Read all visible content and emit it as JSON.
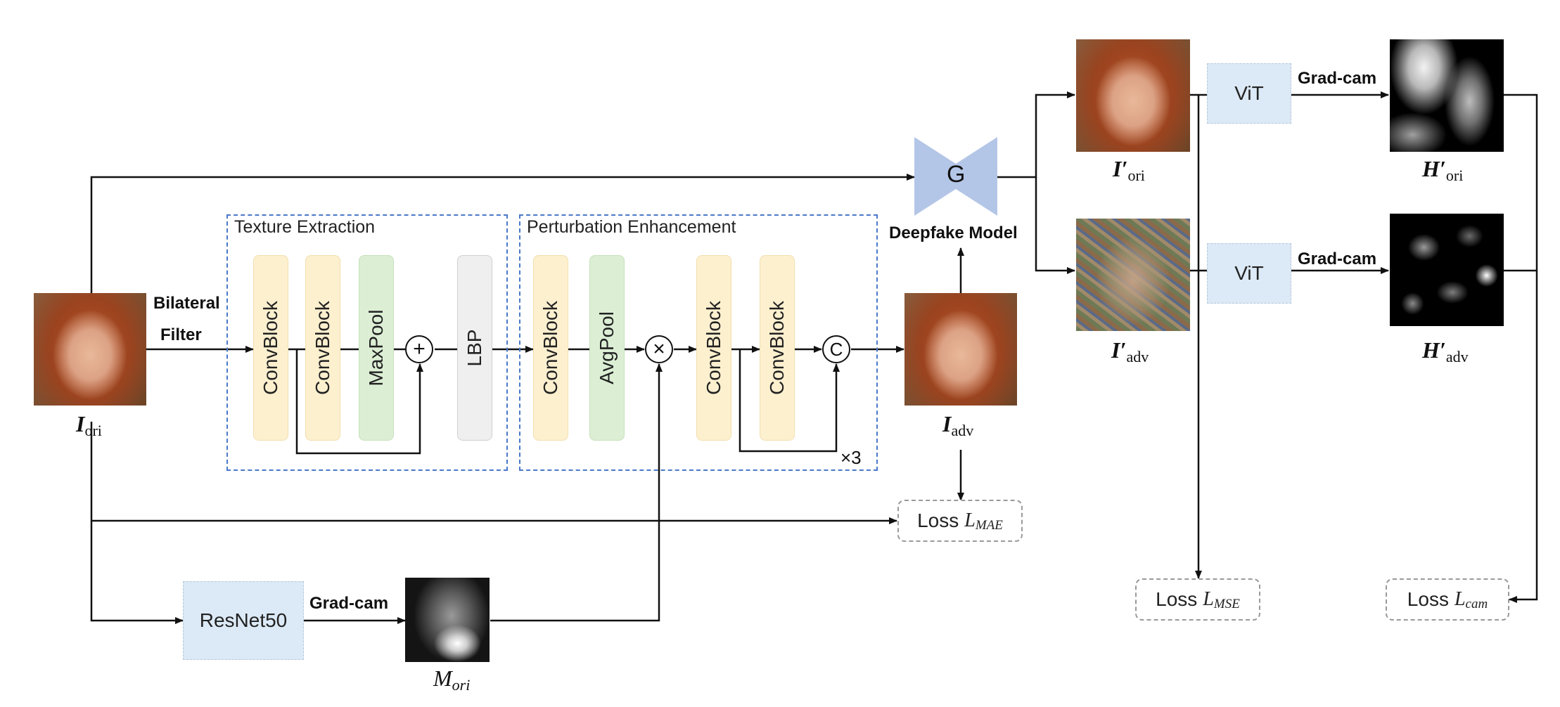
{
  "frames": {
    "texture": {
      "title": "Texture Extraction"
    },
    "perturbation": {
      "title": "Perturbation Enhancement",
      "repeat": "×3"
    }
  },
  "texture_blocks": [
    "ConvBlock",
    "ConvBlock",
    "MaxPool",
    "LBP"
  ],
  "perturbation_blocks": [
    "ConvBlock",
    "AvgPool",
    "ConvBlock",
    "ConvBlock"
  ],
  "operators": {
    "add": "+",
    "multiply": "×",
    "concat": "C"
  },
  "labels": {
    "bilateral": "Bilateral",
    "filter": "Filter",
    "deepfake_model": "Deepfake Model",
    "generator": "G",
    "grad_cam_1": "Grad-cam",
    "grad_cam_2": "Grad-cam",
    "grad_cam_3": "Grad-cam"
  },
  "networks": {
    "resnet": "ResNet50",
    "vit_1": "ViT",
    "vit_2": "ViT"
  },
  "losses": {
    "mae": {
      "word": "Loss",
      "sym": "L",
      "sub": "MAE"
    },
    "mse": {
      "word": "Loss",
      "sym": "L",
      "sub": "MSE"
    },
    "cam": {
      "word": "Loss",
      "sym": "L",
      "sub": "cam"
    }
  },
  "variables": {
    "i_ori": {
      "main": "I",
      "sub": "ori"
    },
    "i_adv": {
      "main": "I",
      "sub": "adv"
    },
    "ip_ori": {
      "main": "I′",
      "sub": "ori"
    },
    "ip_adv": {
      "main": "I′",
      "sub": "adv"
    },
    "hp_ori": {
      "main": "H′",
      "sub": "ori"
    },
    "hp_adv": {
      "main": "H′",
      "sub": "adv"
    },
    "m_ori": {
      "main": "M",
      "sub": "ori"
    }
  },
  "colors": {
    "frame_border": "#4a78c8",
    "conv": "#fdf0cf",
    "pool": "#dcefd5",
    "lbp": "#efefef",
    "network": "#dce9f6",
    "generator": "#b4c6e7"
  }
}
